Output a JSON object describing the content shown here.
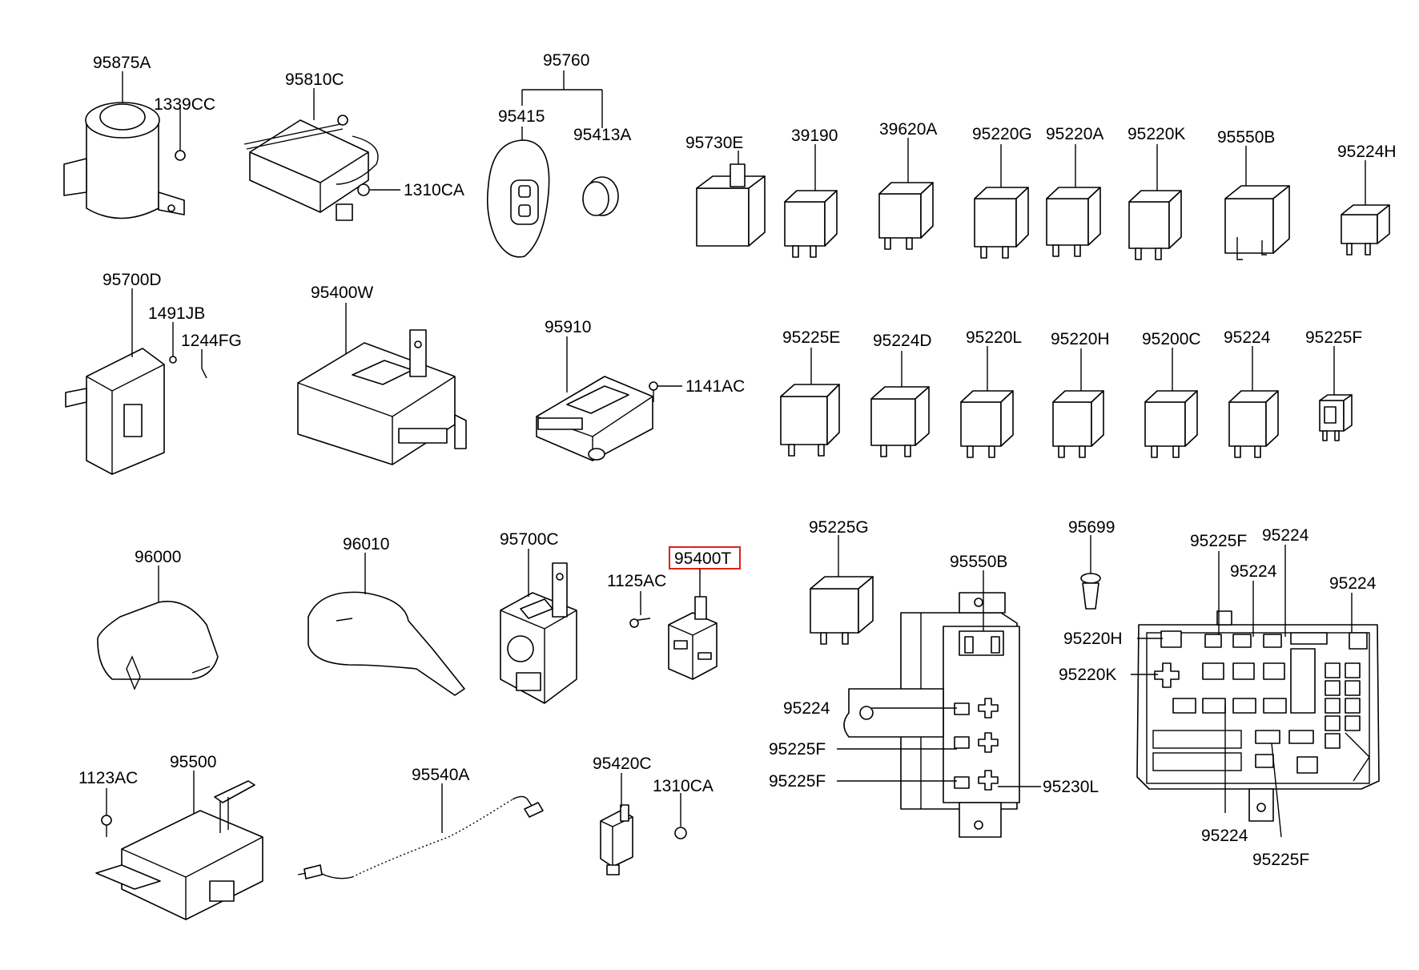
{
  "callouts": {
    "c95875A": "95875A",
    "c1339CC": "1339CC",
    "c95810C": "95810C",
    "c1310CA_top": "1310CA",
    "c95760": "95760",
    "c95415": "95415",
    "c95413A": "95413A",
    "c95730E": "95730E",
    "c39190": "39190",
    "c39620A": "39620A",
    "c95220G": "95220G",
    "c95220A": "95220A",
    "c95220K_top": "95220K",
    "c95550B_top": "95550B",
    "c95224H": "95224H",
    "c95700D": "95700D",
    "c1491JB": "1491JB",
    "c1244FG": "1244FG",
    "c95400W": "95400W",
    "c95910": "95910",
    "c1141AC": "1141AC",
    "c95225E": "95225E",
    "c95224D": "95224D",
    "c95220L": "95220L",
    "c95220H_mid": "95220H",
    "c95200C": "95200C",
    "c95224_mid": "95224",
    "c95225F_mid": "95225F",
    "c96000": "96000",
    "c96010": "96010",
    "c95700C": "95700C",
    "c95400T": "95400T",
    "c1125AC": "1125AC",
    "c95225G": "95225G",
    "c95550B_box": "95550B",
    "c95699": "95699",
    "c95225F_r1": "95225F",
    "c95224_r1": "95224",
    "c95224_r2": "95224",
    "c95224_r3": "95224",
    "c95220H_r": "95220H",
    "c95220K_r": "95220K",
    "c95224_fb": "95224",
    "c95225F_fb1": "95225F",
    "c95225F_fb2": "95225F",
    "c95230L": "95230L",
    "c95224_rb": "95224",
    "c95225F_rb": "95225F",
    "c1123AC": "1123AC",
    "c95500": "95500",
    "c95540A": "95540A",
    "c95420C": "95420C",
    "c1310CA_bot": "1310CA"
  },
  "colors": {
    "line": "#000000",
    "highlight": "#e0201a",
    "background": "#ffffff"
  },
  "highlighted_part": "95400T"
}
